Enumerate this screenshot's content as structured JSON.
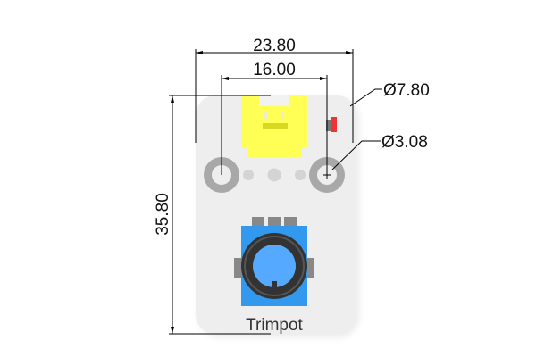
{
  "dimensions": {
    "width_outer": "23.80",
    "width_holes": "16.00",
    "height": "35.80",
    "hole_outer_diameter": "Ø7.80",
    "hole_inner_diameter": "Ø3.08"
  },
  "board": {
    "label": "Trimpot"
  },
  "colors": {
    "board": "#eeeeee",
    "connector": "#ffff55",
    "trimpot_body": "#3399ee",
    "knob": "#55aaff",
    "pad": "#a8a8a8",
    "led": "#ee3333"
  }
}
